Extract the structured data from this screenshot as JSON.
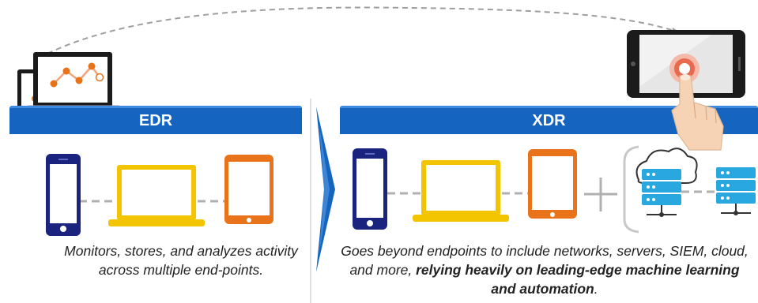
{
  "edr": {
    "title": "EDR",
    "description": "Monitors, stores, and analyzes activity across multiple end-points."
  },
  "xdr": {
    "title": "XDR",
    "description_plain": "Goes beyond endpoints to include networks, servers, SIEM, cloud, and more, ",
    "description_bold": "relying heavily on leading-edge machine learning and automation",
    "description_end": "."
  },
  "colors": {
    "banner": "#1565c0",
    "phone": "#1a237e",
    "laptop": "#f2c500",
    "tablet": "#e8731a",
    "server": "#29a8e0",
    "arrow": "#1565c0"
  },
  "icons": [
    "monitor-chart-icon",
    "tablet-touch-icon",
    "smartphone-icon",
    "laptop-icon",
    "tablet-icon",
    "cloud-icon",
    "server-icon",
    "plus-icon"
  ]
}
